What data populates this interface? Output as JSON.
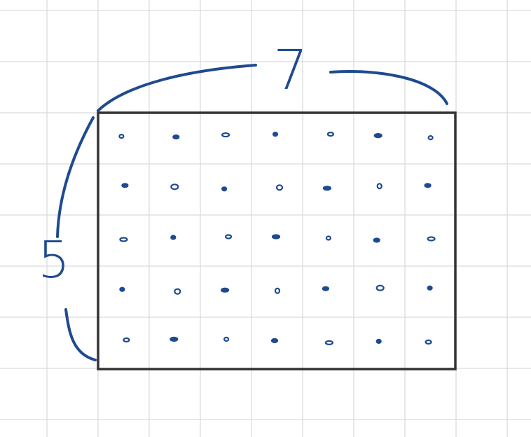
{
  "diagram": {
    "width_label": "7",
    "height_label": "5",
    "columns": 7,
    "rows": 5,
    "colors": {
      "grid": "#d9d9d9",
      "rectangle": "#333333",
      "ink": "#1f4a8f",
      "background": "#ffffff"
    }
  }
}
